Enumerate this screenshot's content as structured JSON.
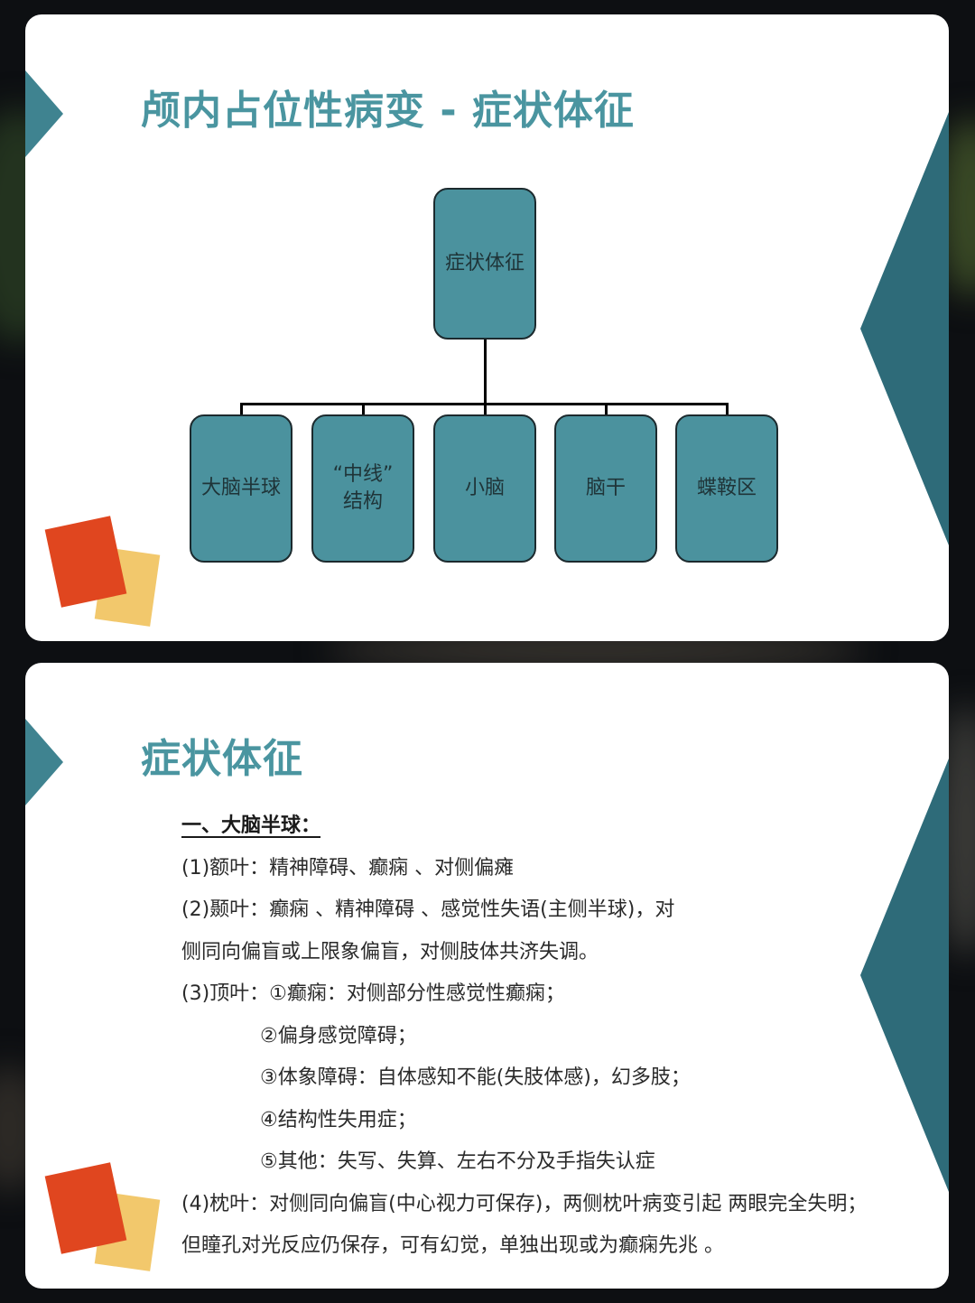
{
  "slide1": {
    "title": "颅内占位性病变 - 症状体征",
    "root": "症状体征",
    "children": [
      {
        "label": "大脑半球"
      },
      {
        "label": "“中线”\n结构"
      },
      {
        "label": "小脑"
      },
      {
        "label": "脑干"
      },
      {
        "label": "蝶鞍区"
      }
    ]
  },
  "slide2": {
    "title": "症状体征",
    "heading": "一、大脑半球：",
    "lines": [
      "(1)额叶：精神障碍、癫痫 、对侧偏瘫",
      "(2)颞叶：癫痫 、精神障碍 、感觉性失语(主侧半球)，对",
      "侧同向偏盲或上限象偏盲，对侧肢体共济失调。",
      "(3)顶叶：①癫痫：对侧部分性感觉性癫痫；",
      "②偏身感觉障碍；",
      "③体象障碍：自体感知不能(失肢体感)，幻多肢；",
      "④结构性失用症；",
      "⑤其他：失写、失算、左右不分及手指失认症",
      "(4)枕叶：对侧同向偏盲(中心视力可保存)，两侧枕叶病变引起 两眼完全失明；",
      "但瞳孔对光反应仍保存，可有幻觉，单独出现或为癫痫先兆 。"
    ]
  },
  "colors": {
    "teal_accent": "#3f8390",
    "teal_dark": "#2e6b79",
    "title_teal": "#4a95a0",
    "node_fill": "#4b929e",
    "red": "#e0461f",
    "yellow": "#f2c86c"
  }
}
